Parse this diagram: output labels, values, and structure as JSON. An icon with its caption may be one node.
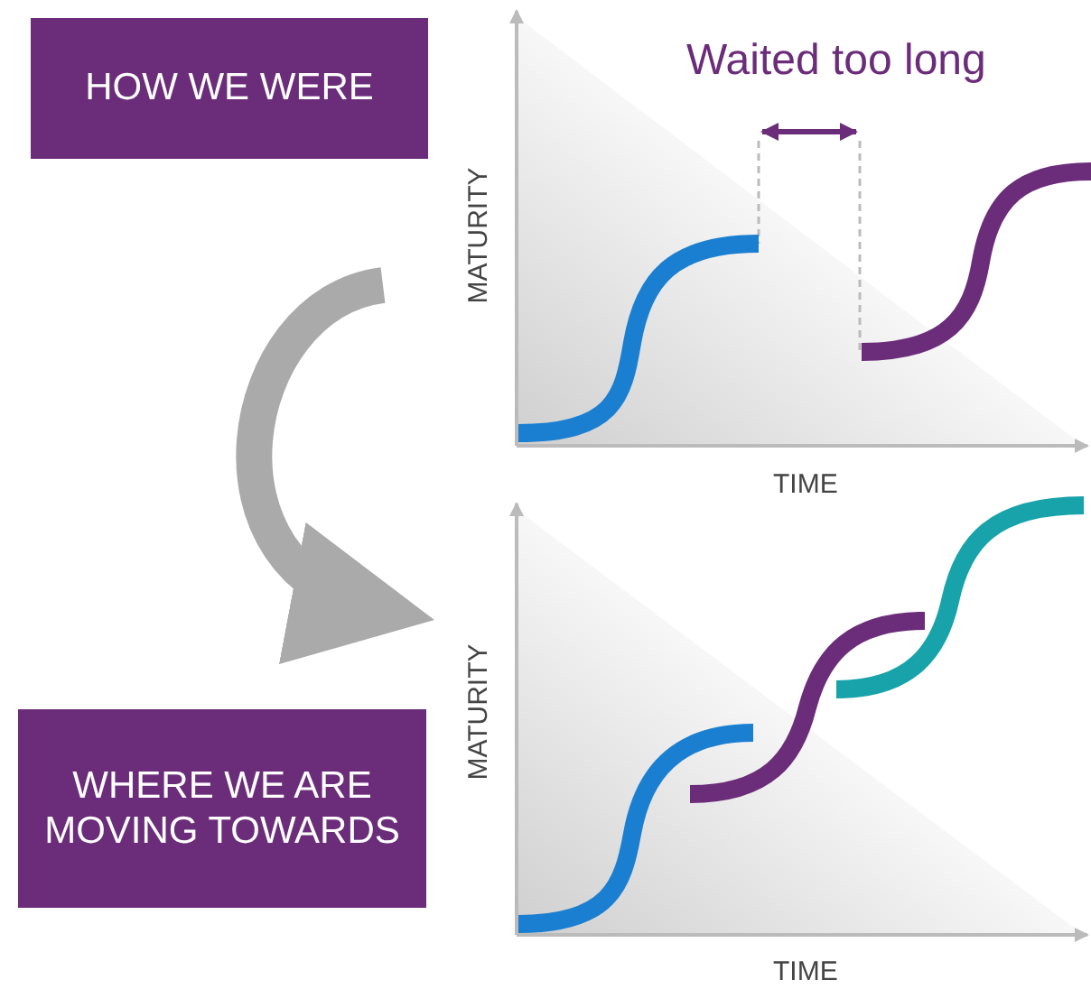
{
  "diagram": {
    "nodes": [
      {
        "text": [
          "HOW WE WERE"
        ]
      },
      {
        "text": [
          "WHERE WE ARE MOVING TOWARDS"
        ]
      }
    ],
    "edges": [
      {
        "from": 0,
        "to": 1,
        "arrow": "to"
      }
    ],
    "labels": [
      "Waited too long",
      "MATURITY",
      "TIME",
      "MATURITY",
      "TIME"
    ]
  }
}
